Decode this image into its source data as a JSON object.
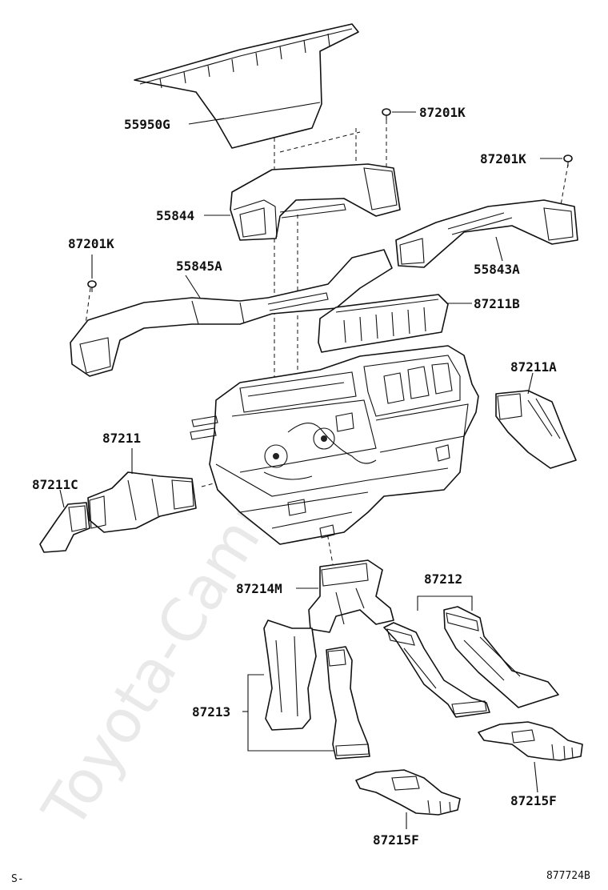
{
  "watermark": "Toyota-Camry.ru",
  "labels": {
    "p55950g": "55950G",
    "p87201k_top": "87201K",
    "p87201k_right": "87201K",
    "p87201k_left": "87201K",
    "p55844": "55844",
    "p55843a": "55843A",
    "p55845a": "55845A",
    "p87211b": "87211B",
    "p87211a": "87211A",
    "p87211": "87211",
    "p87211c": "87211C",
    "p87214m": "87214M",
    "p87212": "87212",
    "p87213": "87213",
    "p87215f_right": "87215F",
    "p87215f_bottom": "87215F"
  },
  "corner_left": "S-",
  "diagram_id": "877724B"
}
